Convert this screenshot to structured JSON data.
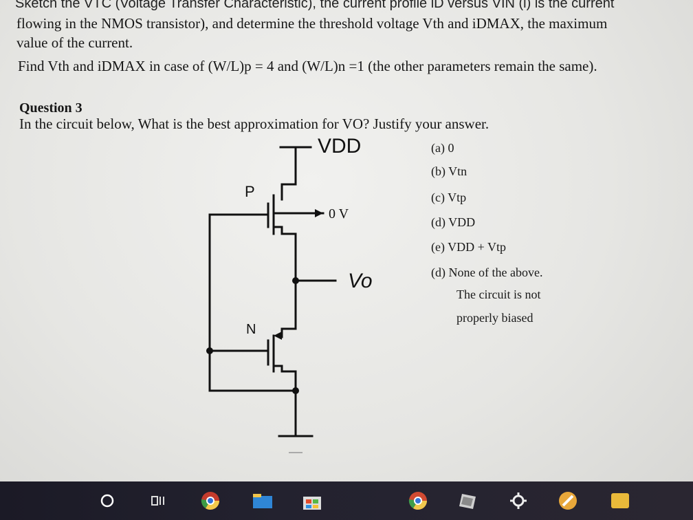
{
  "problem": {
    "line1": "Sketch the VTC (Voltage Transfer Characteristic), the current profile iD versus VIN (i) is the current",
    "line2": "flowing in the NMOS transistor), and determine the threshold voltage Vth and iDMAX, the maximum",
    "line3": "value of the current.",
    "line4": "Find Vth and iDMAX in case of (W/L)p = 4 and (W/L)n =1 (the other parameters remain the same)."
  },
  "question": {
    "title": "Question 3",
    "text": "In the circuit below, What is the best approximation for VO? Justify your answer."
  },
  "circuit": {
    "vdd_label": "VDD",
    "p_label": "P",
    "n_label": "N",
    "gate_voltage": "0 V",
    "vo_label": "Vo"
  },
  "options": [
    "(a) 0",
    "(b) Vtn",
    "(c) Vtp",
    "(d) VDD",
    "(e) VDD + Vtp",
    "(d) None of the above.",
    "The circuit is not",
    "properly biased"
  ],
  "taskbar": {
    "icons": [
      "cortana-circle-icon",
      "task-view-icon",
      "chrome-icon",
      "file-explorer-icon",
      "store-icon",
      "chrome-icon",
      "gallery-icon",
      "settings-gear-icon",
      "paint-icon",
      "sticky-notes-icon"
    ]
  }
}
